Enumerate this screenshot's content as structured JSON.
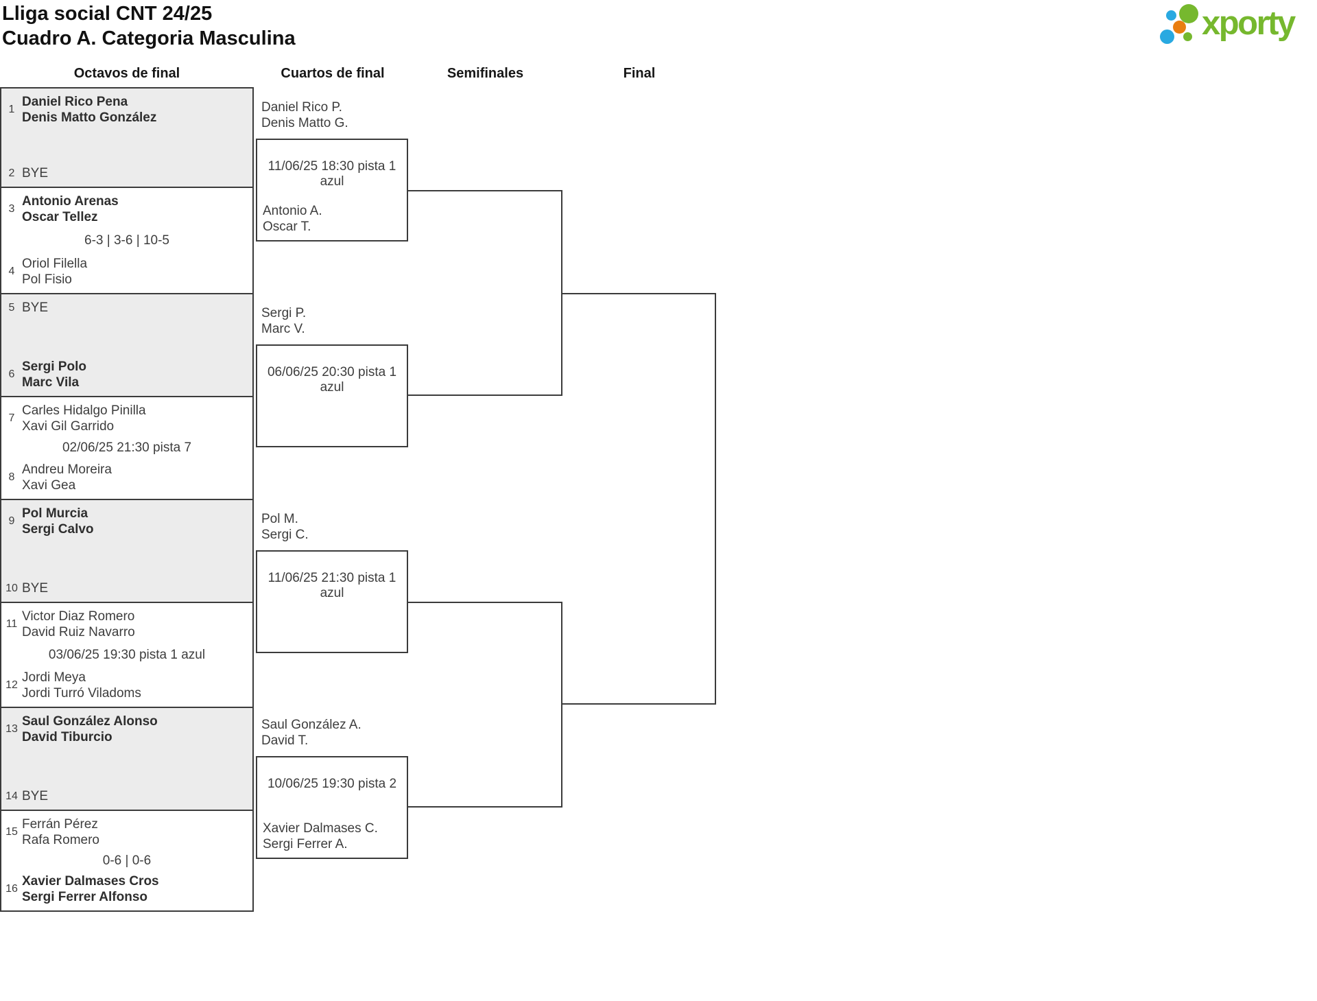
{
  "page": {
    "title_line1": "Lliga social CNT 24/25",
    "title_line2": "Cuadro A. Categoria Masculina"
  },
  "logo": {
    "text": "xporty"
  },
  "colors": {
    "bracket_line": "#3b3b3b",
    "shaded_box": "#ececec",
    "logo_green": "#76b82e",
    "logo_blue": "#29a9e1",
    "logo_orange": "#e97e10"
  },
  "round_headers": [
    "Octavos de final",
    "Cuartos de final",
    "Semifinales",
    "Final"
  ],
  "octavos": [
    {
      "top": {
        "seed": "1",
        "line1": "Daniel Rico Pena",
        "line2": "Denis Matto González"
      },
      "center": "",
      "bottom": {
        "seed": "2",
        "line1": "BYE"
      }
    },
    {
      "top": {
        "seed": "3",
        "line1": "Antonio Arenas",
        "line2": "Oscar Tellez"
      },
      "center": "6-3 | 3-6 | 10-5",
      "bottom": {
        "seed": "4",
        "line1": "Oriol Filella",
        "line2": "Pol Fisio"
      }
    },
    {
      "top": {
        "seed": "5",
        "line1": "BYE"
      },
      "center": "",
      "bottom": {
        "seed": "6",
        "line1": "Sergi Polo",
        "line2": "Marc Vila"
      }
    },
    {
      "top": {
        "seed": "7",
        "line1": "Carles Hidalgo Pinilla",
        "line2": "Xavi Gil Garrido"
      },
      "center": "02/06/25 21:30 pista 7",
      "bottom": {
        "seed": "8",
        "line1": "Andreu Moreira",
        "line2": "Xavi Gea"
      }
    },
    {
      "top": {
        "seed": "9",
        "line1": "Pol Murcia",
        "line2": "Sergi Calvo"
      },
      "center": "",
      "bottom": {
        "seed": "10",
        "line1": "BYE"
      }
    },
    {
      "top": {
        "seed": "11",
        "line1": "Victor Diaz Romero",
        "line2": "David Ruiz Navarro"
      },
      "center": "03/06/25 19:30 pista 1 azul",
      "bottom": {
        "seed": "12",
        "line1": "Jordi Meya",
        "line2": "Jordi Turró Viladoms"
      }
    },
    {
      "top": {
        "seed": "13",
        "line1": "Saul González Alonso",
        "line2": "David Tiburcio"
      },
      "center": "",
      "bottom": {
        "seed": "14",
        "line1": "BYE"
      }
    },
    {
      "top": {
        "seed": "15",
        "line1": "Ferrán Pérez",
        "line2": "Rafa Romero"
      },
      "center": "0-6 | 0-6",
      "bottom": {
        "seed": "16",
        "line1": "Xavier Dalmases Cros",
        "line2": "Sergi Ferrer Alfonso"
      }
    }
  ],
  "cuartos": [
    {
      "top_line1": "Daniel Rico P.",
      "top_line2": "Denis Matto G.",
      "schedule": "11/06/25 18:30 pista 1 azul",
      "bottom_line1": "Antonio A.",
      "bottom_line2": "Oscar T."
    },
    {
      "top_line1": "Sergi P.",
      "top_line2": "Marc V.",
      "schedule": "06/06/25 20:30 pista 1 azul"
    },
    {
      "top_line1": "Pol M.",
      "top_line2": "Sergi C.",
      "schedule": "11/06/25 21:30 pista 1 azul"
    },
    {
      "top_line1": "Saul González A.",
      "top_line2": "David T.",
      "schedule": "10/06/25 19:30 pista 2",
      "bottom_line1": "Xavier Dalmases C.",
      "bottom_line2": "Sergi Ferrer A."
    }
  ]
}
